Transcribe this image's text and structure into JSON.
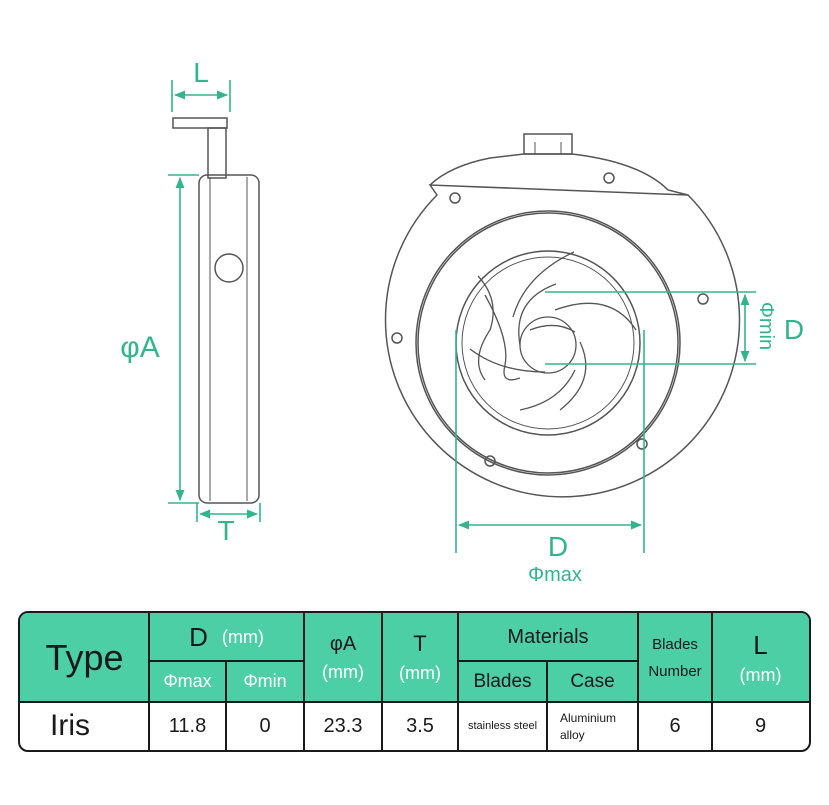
{
  "colors": {
    "accent": "#33b58c",
    "header_fill": "#4ccfa5",
    "line": "#1a1a1a"
  },
  "drawing": {
    "side_view": {
      "label_L": "L",
      "label_phiA": "φA",
      "label_T": "T"
    },
    "front_view": {
      "label_D_right": "D",
      "label_phimin": "Φmin",
      "label_D_bottom": "D",
      "label_phimax": "Φmax"
    }
  },
  "table": {
    "headers": {
      "type": "Type",
      "d": "D",
      "d_unit": "(mm)",
      "phimax": "Φmax",
      "phimin": "Φmin",
      "phiA": "φA",
      "phiA_unit": "(mm)",
      "t": "T",
      "t_unit": "(mm)",
      "materials": "Materials",
      "blades": "Blades",
      "case": "Case",
      "blades_number_line1": "Blades",
      "blades_number_line2": "Number",
      "l": "L",
      "l_unit": "(mm)"
    },
    "row": {
      "type": "Iris",
      "phimax": "11.8",
      "phimin": "0",
      "phiA": "23.3",
      "t": "3.5",
      "blades_material": "stainless steel",
      "case_material_line1": "Aluminium",
      "case_material_line2": "alloy",
      "blades_number": "6",
      "l": "9"
    }
  }
}
